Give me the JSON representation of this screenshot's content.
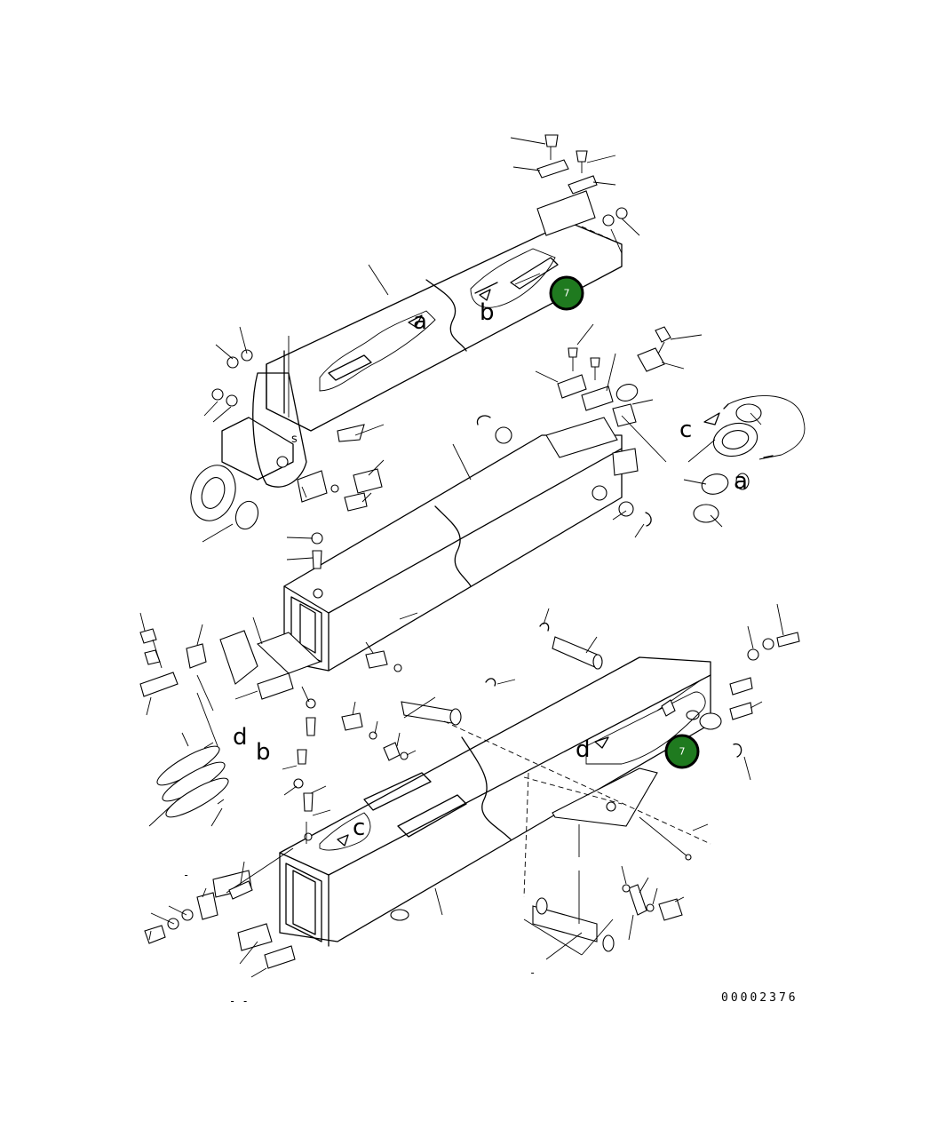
{
  "drawing_number": "00002376",
  "callouts": [
    {
      "label": "7",
      "color": "#1f7a1f"
    },
    {
      "label": "7",
      "color": "#1f7a1f"
    }
  ],
  "reference_letters": {
    "a_upper": "a",
    "b_upper": "b",
    "c_right": "c",
    "a_right": "a",
    "d_left": "d",
    "b_left": "b",
    "d_lower": "d",
    "c_lower": "c",
    "s_mark": "s"
  },
  "dash_marks": {
    "bottom_left": "- -",
    "lower_left": "-",
    "bottom_center": "-"
  }
}
